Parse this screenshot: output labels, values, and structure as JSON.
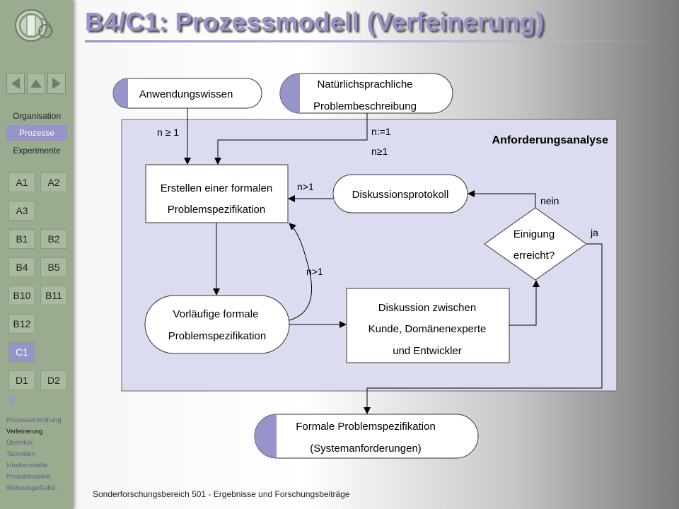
{
  "title": "B4/C1: Prozessmodell (Verfeinerung)",
  "footer": "Sonderforschungsbereich 501 - Ergebnisse und Forschungsbeiträge",
  "sidebar": {
    "menu": [
      "Organisation",
      "Prozesse",
      "Experimente"
    ],
    "active_menu": "Prozesse",
    "chips": [
      "A1",
      "A2",
      "A3",
      "B1",
      "B2",
      "B4",
      "B5",
      "B10",
      "B11",
      "B12",
      "C1",
      "D1",
      "D2"
    ],
    "active_chip": "C1",
    "sublinks": [
      "Prozesseinordnung",
      "Verfeinerung",
      "Überblick",
      "Techniken",
      "Inhaltsmodelle",
      "Produktmodelle",
      "Werkzeuge/Fallst."
    ],
    "current_sublink": "Verfeinerung"
  },
  "diagram": {
    "region_label": "Anforderungsanalyse",
    "input_knowledge": "Anwendungswissen",
    "input_description_1": "Natürlichsprachliche",
    "input_description_2": "Problembeschreibung",
    "create_spec_1": "Erstellen einer formalen",
    "create_spec_2": "Problemspezifikation",
    "prelim_spec_1": "Vorläufige formale",
    "prelim_spec_2": "Problemspezifikation",
    "discussion_1": "Diskussion  zwischen",
    "discussion_2": "Kunde, Domänenexperte",
    "discussion_3": "und Entwickler",
    "protocol": "Diskussionsprotokoll",
    "decision_1": "Einigung",
    "decision_2": "erreicht?",
    "output_1": "Formale Problemspezifikation",
    "output_2": "(Systemanforderungen)",
    "label_n_ge_1": "n ≥ 1",
    "label_n_assign": "n:=1",
    "label_n_ge1_b": "n≥1",
    "label_n_gt1_a": "n>1",
    "label_n_gt1_b": "n>1",
    "label_no": "nein",
    "label_yes": "ja"
  },
  "colors": {
    "sidebar": "#9aab8f",
    "accent": "#9794c9",
    "region_fill": "#dcdcf0",
    "box_fill": "#ffffff"
  }
}
